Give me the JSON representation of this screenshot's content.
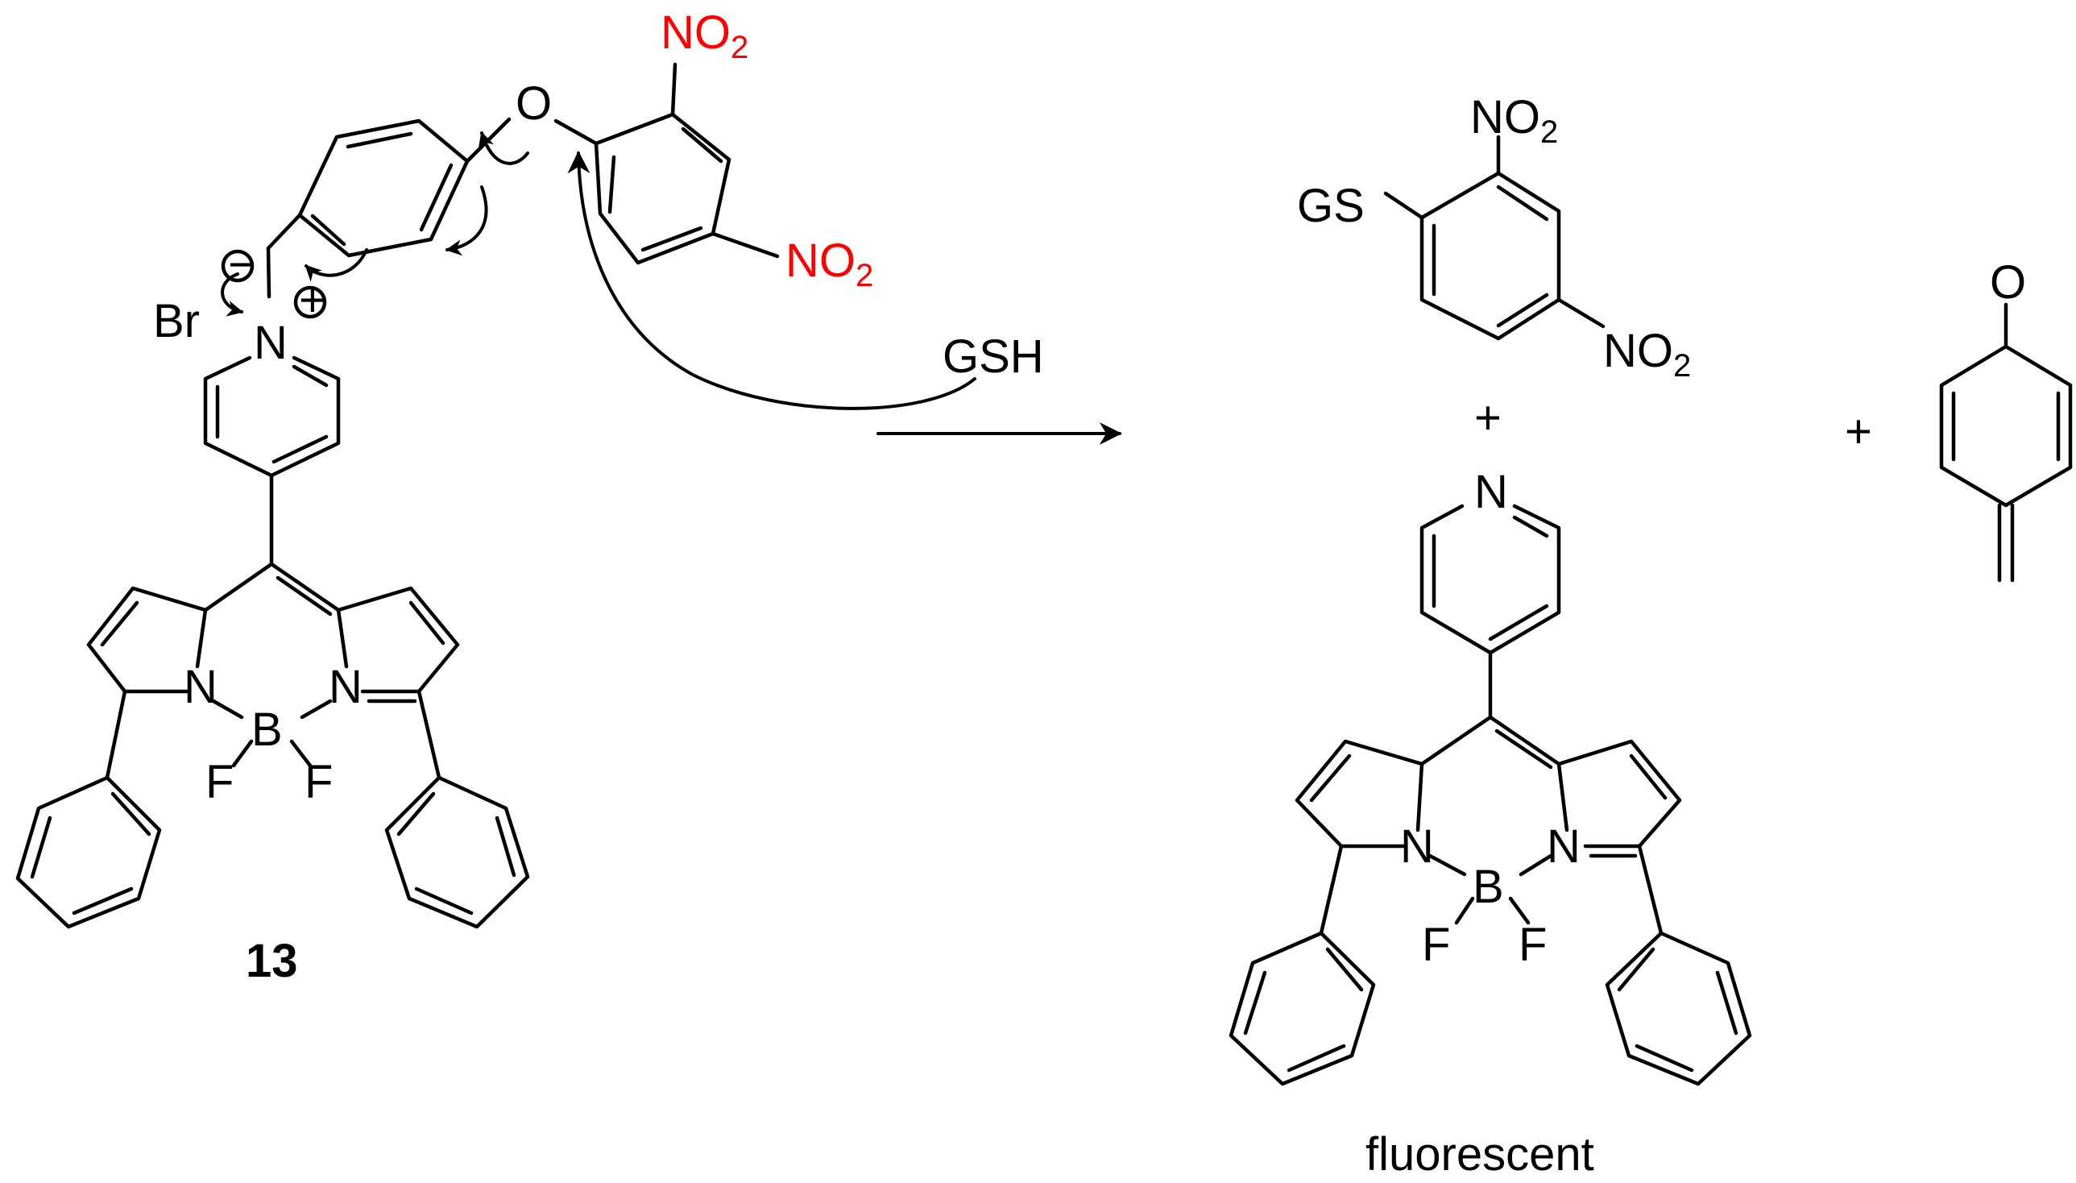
{
  "reactant": {
    "id_label": "13",
    "atoms": {
      "nitro1": "NO",
      "nitro1_sub": "2",
      "nitro2": "NO",
      "nitro2_sub": "2",
      "oxygen": "O",
      "bromide": "Br",
      "pyridinium_n": "N",
      "bodipy_n1": "N",
      "bodipy_n2": "N",
      "boron": "B",
      "fluorine1": "F",
      "fluorine2": "F",
      "minus_charge": "−",
      "plus_charge": "+"
    }
  },
  "reagent": {
    "label": "GSH"
  },
  "products": {
    "dnp_thioether": {
      "gs": "GS",
      "nitro1": "NO",
      "nitro1_sub": "2",
      "nitro2": "NO",
      "nitro2_sub": "2"
    },
    "plus_1": "+",
    "plus_2": "+",
    "quinone_methide": {
      "oxygen": "O"
    },
    "bodipy_product": {
      "pyridine_n": "N",
      "n1": "N",
      "n2": "N",
      "boron": "B",
      "fluorine1": "F",
      "fluorine2": "F",
      "caption": "fluorescent"
    }
  },
  "colors": {
    "nitro_highlight": "#ff0000",
    "ink": "#000000"
  }
}
